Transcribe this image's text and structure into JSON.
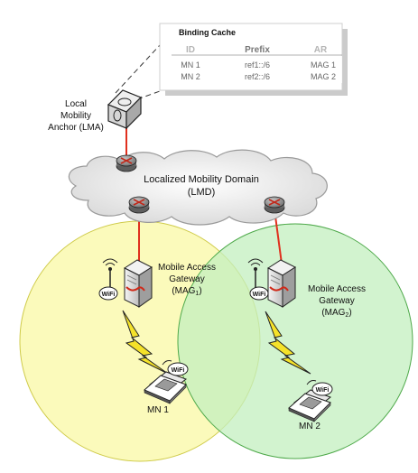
{
  "binding_cache": {
    "title": "Binding Cache",
    "headers": [
      "ID",
      "Prefix",
      "AR"
    ],
    "rows": [
      [
        "MN 1",
        "ref1::/6",
        "MAG 1"
      ],
      [
        "MN 2",
        "ref2::/6",
        "MAG 2"
      ]
    ]
  },
  "lma": {
    "lines": [
      "Local",
      "Mobility",
      "Anchor (LMA)"
    ]
  },
  "lmd": {
    "lines": [
      "Localized Mobility Domain",
      "(LMD)"
    ]
  },
  "mag1": {
    "lines": [
      "Mobile Access",
      "Gateway"
    ],
    "sub_prefix": "(MAG",
    "sub_num": "1",
    "sub_suffix": ")"
  },
  "mag2": {
    "lines": [
      "Mobile Access",
      "Gateway"
    ],
    "sub_prefix": "(MAG",
    "sub_num": "2",
    "sub_suffix": ")"
  },
  "mn1": {
    "label": "MN 1"
  },
  "mn2": {
    "label": "MN 2"
  },
  "wifi_badge": "WiFi",
  "colors": {
    "coverage_mag1": "#fbf9b4",
    "coverage_mag2": "#c3efbf",
    "link": "#e0301e",
    "router": "#8a8a8a",
    "lightning": "#f5e22a"
  }
}
